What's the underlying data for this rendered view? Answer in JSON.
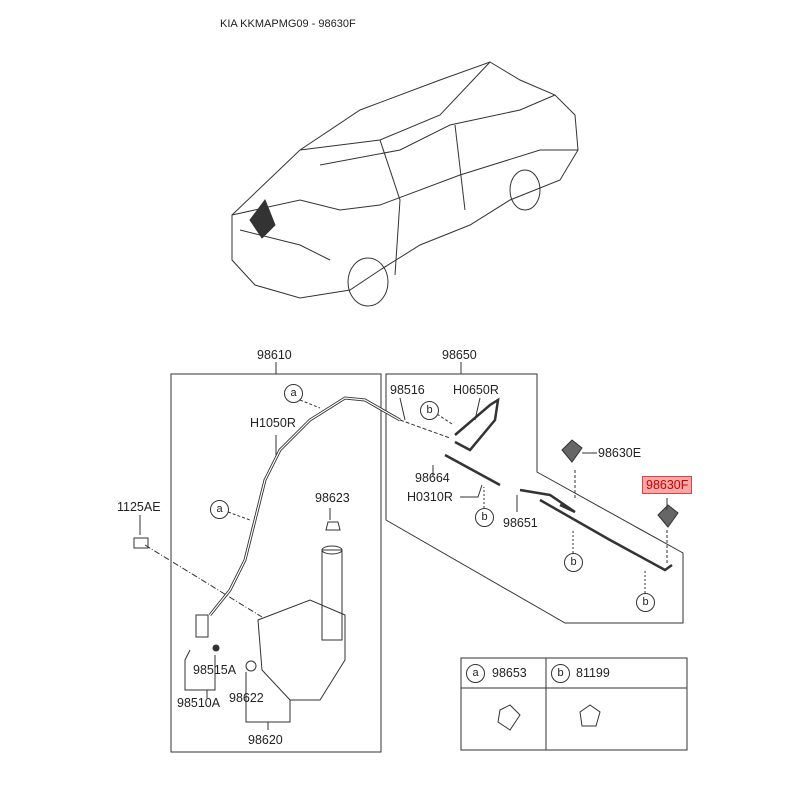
{
  "title": "KIA KKMAPMG09 - 98630F",
  "highlight_color": "#f7a9a9",
  "labels": {
    "p98610": "98610",
    "p98650": "98650",
    "p98516": "98516",
    "pH0650R": "H0650R",
    "pH1050R": "H1050R",
    "p98630E": "98630E",
    "p98630F": "98630F",
    "p98664": "98664",
    "pH0310R": "H0310R",
    "p98651": "98651",
    "p1125AE": "1125AE",
    "p98623": "98623",
    "p98515A": "98515A",
    "p98622": "98622",
    "p98510A": "98510A",
    "p98620": "98620"
  },
  "callouts": {
    "a": "a",
    "b": "b"
  },
  "legend": [
    {
      "key": "a",
      "part": "98653"
    },
    {
      "key": "b",
      "part": "81199"
    }
  ]
}
